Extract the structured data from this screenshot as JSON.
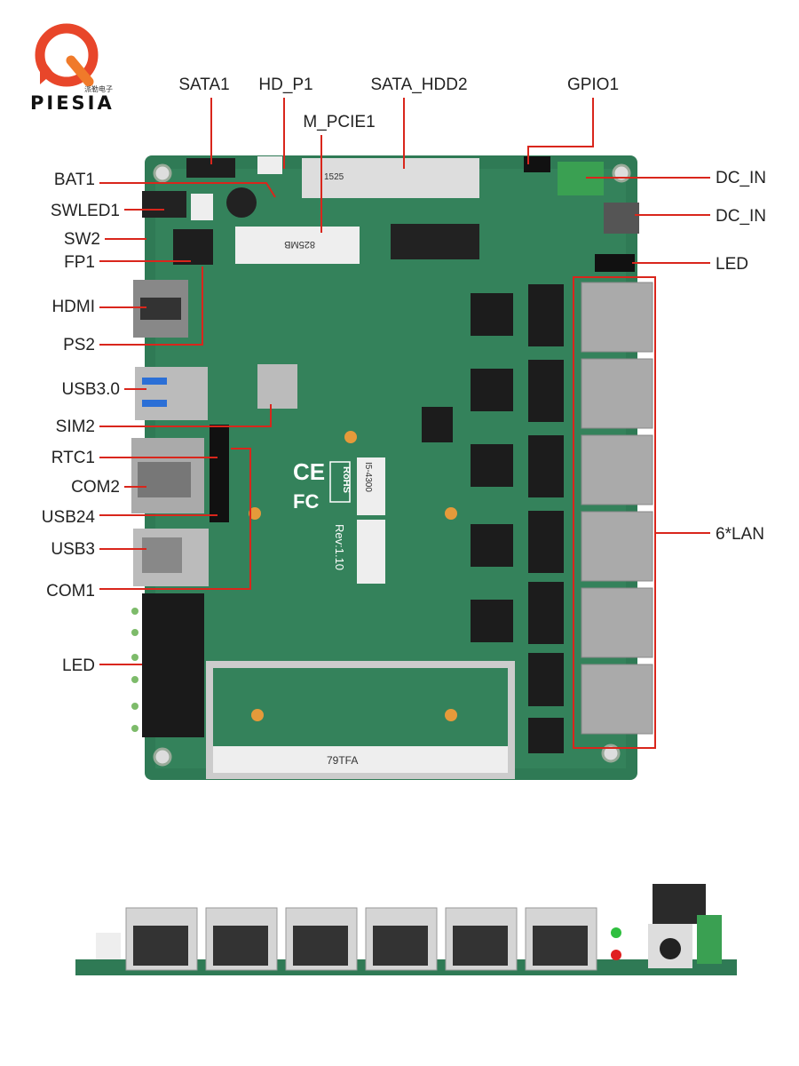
{
  "logo": {
    "brand": "PIESIA",
    "sub": "派勒电子"
  },
  "labels": {
    "top": [
      "SATA1",
      "HD_P1",
      "SATA_HDD2",
      "GPIO1",
      "M_PCIE1"
    ],
    "left": [
      "BAT1",
      "SWLED1",
      "SW2",
      "FP1",
      "HDMI",
      "PS2",
      "USB3.0",
      "SIM2",
      "RTC1",
      "COM2",
      "USB24",
      "USB3",
      "COM1",
      "LED"
    ],
    "right": [
      "DC_IN",
      "DC_IN",
      "LED",
      "6*LAN"
    ]
  },
  "board_marks": {
    "rohs": "RoHS",
    "rev": "Rev:1.10",
    "cpu": "I5-4300",
    "dimm": "79TFA",
    "mpcie": "825MB",
    "sata": "1525"
  },
  "colors": {
    "pcb": "#2f7a55",
    "leader": "#d9261c"
  }
}
